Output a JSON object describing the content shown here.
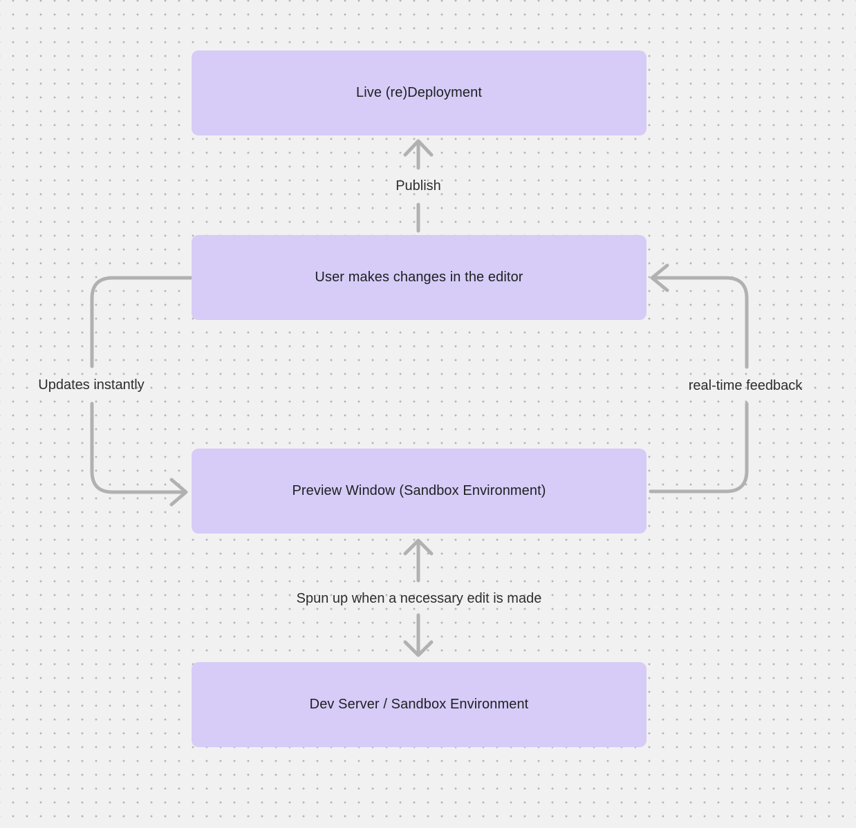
{
  "palette": {
    "background": "#f2f1f1",
    "grid_dot": "#b5b5b5",
    "node_fill": "#d6ccf7",
    "node_text": "#202023",
    "arrow": "#b1b1b1",
    "label_text": "#2d2d30"
  },
  "nodes": [
    {
      "id": "live-redeployment",
      "label": "Live (re)Deployment"
    },
    {
      "id": "user-changes",
      "label": "User makes changes in the editor"
    },
    {
      "id": "preview-window",
      "label": "Preview Window (Sandbox Environment)"
    },
    {
      "id": "dev-server",
      "label": "Dev Server / Sandbox Environment"
    }
  ],
  "edges": [
    {
      "id": "publish",
      "label": "Publish",
      "from": "user-changes",
      "to": "live-redeployment",
      "direction": "up"
    },
    {
      "id": "updates-instantly",
      "label": "Updates instantly",
      "from": "user-changes",
      "to": "preview-window",
      "direction": "left-side-down"
    },
    {
      "id": "real-time-feedback",
      "label": "real-time feedback",
      "from": "preview-window",
      "to": "user-changes",
      "direction": "right-side-up"
    },
    {
      "id": "spun-up",
      "label": "Spun up when a necessary edit is made",
      "from": "preview-window",
      "to": "dev-server",
      "direction": "bidirectional"
    }
  ]
}
